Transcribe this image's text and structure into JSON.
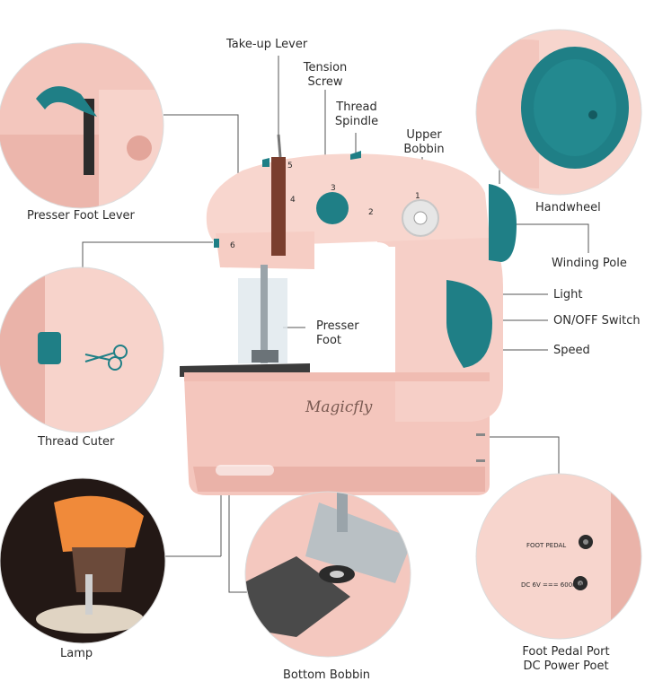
{
  "labels": {
    "take_up_lever": "Take-up Lever",
    "tension_screw": [
      "Tension",
      "Screw"
    ],
    "thread_spindle": [
      "Thread",
      "Spindle"
    ],
    "upper_bobbin": [
      "Upper",
      "Bobbin"
    ],
    "handwheel": "Handwheel",
    "presser_foot_lever": "Presser Foot Lever",
    "winding_pole": "Winding Pole",
    "light": "Light",
    "on_off_switch": "ON/OFF Switch",
    "speed": "Speed",
    "presser_foot": [
      "Presser",
      "Foot"
    ],
    "thread_cutter": "Thread Cuter",
    "lamp": "Lamp",
    "bottom_bobbin": "Bottom Bobbin",
    "ports": [
      "Foot Pedal Port",
      "DC Power Poet"
    ]
  },
  "machine": {
    "brand": "Magicfly",
    "dial_numbers": [
      "1",
      "2",
      "3",
      "4",
      "5",
      "6"
    ]
  },
  "port_panel": {
    "foot_pedal": "FOOT PEDAL",
    "dc_rating": "DC 6V === 600mA"
  },
  "colors": {
    "body_pink": "#f6cfc7",
    "shadow_pink": "#e8b3aa",
    "teal": "#1f7f86",
    "leader_line": "#555555"
  }
}
